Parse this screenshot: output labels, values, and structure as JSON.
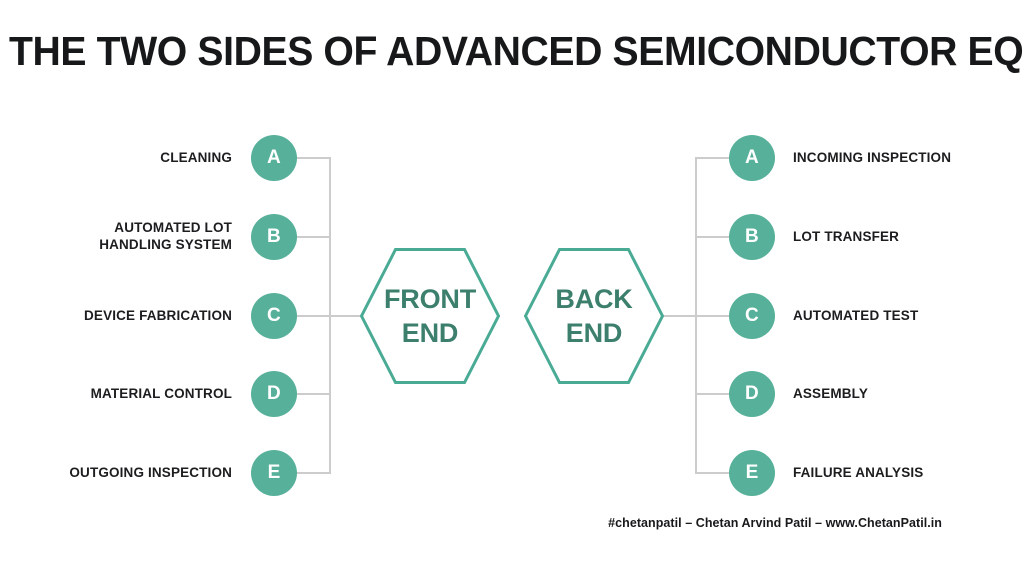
{
  "title": "THE TWO SIDES OF ADVANCED SEMICONDUCTOR EQUIPMENT",
  "colors": {
    "accent": "#57b09a",
    "hex_stroke": "#4aab95",
    "hex_text": "#3c7f6c",
    "connector": "#cccccc",
    "text": "#1d1d1f",
    "background": "#ffffff"
  },
  "front_end": {
    "hex_line1": "FRONT",
    "hex_line2": "END",
    "steps": [
      {
        "key": "A",
        "label": "CLEANING"
      },
      {
        "key": "B",
        "label": "AUTOMATED LOT\nHANDLING SYSTEM"
      },
      {
        "key": "C",
        "label": "DEVICE FABRICATION"
      },
      {
        "key": "D",
        "label": "MATERIAL CONTROL"
      },
      {
        "key": "E",
        "label": "OUTGOING INSPECTION"
      }
    ]
  },
  "back_end": {
    "hex_line1": "BACK",
    "hex_line2": "END",
    "steps": [
      {
        "key": "A",
        "label": "INCOMING INSPECTION"
      },
      {
        "key": "B",
        "label": "LOT TRANSFER"
      },
      {
        "key": "C",
        "label": "AUTOMATED TEST"
      },
      {
        "key": "D",
        "label": "ASSEMBLY"
      },
      {
        "key": "E",
        "label": "FAILURE ANALYSIS"
      }
    ]
  },
  "footer": "#chetanpatil – Chetan Arvind Patil – www.ChetanPatil.in"
}
